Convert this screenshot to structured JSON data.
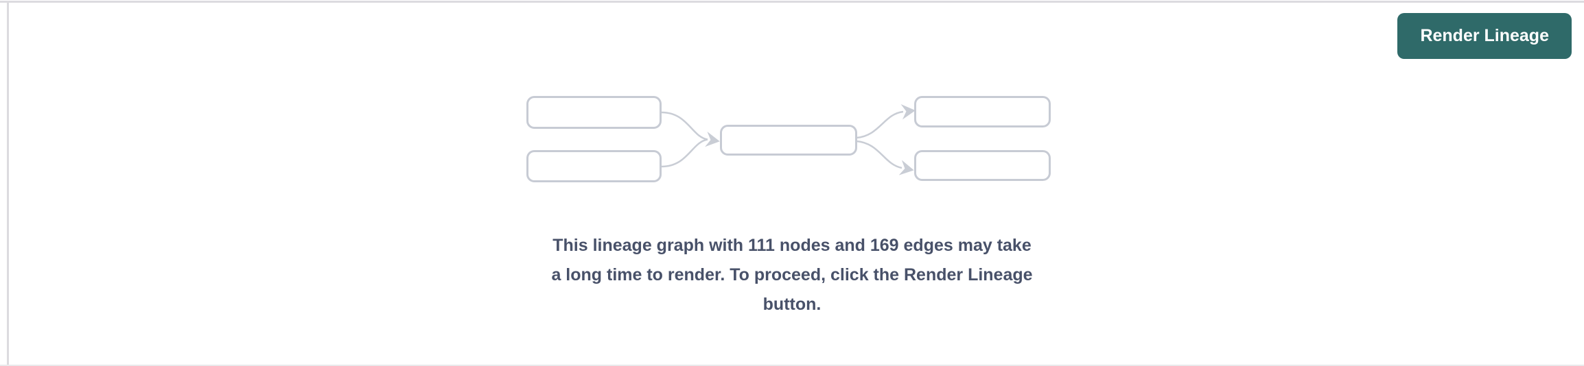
{
  "colors": {
    "accent-teal": "#2f6a69",
    "node-border-gray": "#c7cbd4",
    "edge-gray": "#c9cdd5",
    "message-text": "#485169",
    "divider-gray": "#dcdbdf",
    "faint-border": "#e9e9eb",
    "button-text": "#ffffff",
    "background": "#ffffff"
  },
  "toolbar": {
    "render_lineage_label": "Render Lineage"
  },
  "placeholder": {
    "icon": "lineage-graph-placeholder-icon",
    "node_count": "111",
    "edge_count": "169",
    "message_lines": [
      "This lineage graph with 111 nodes and 169 edges may take",
      "a long time to render. To proceed, click the Render Lineage",
      "button."
    ],
    "full_message": "This lineage graph with 111 nodes and 169 edges may take a long time to render. To proceed, click the Render Lineage button."
  }
}
